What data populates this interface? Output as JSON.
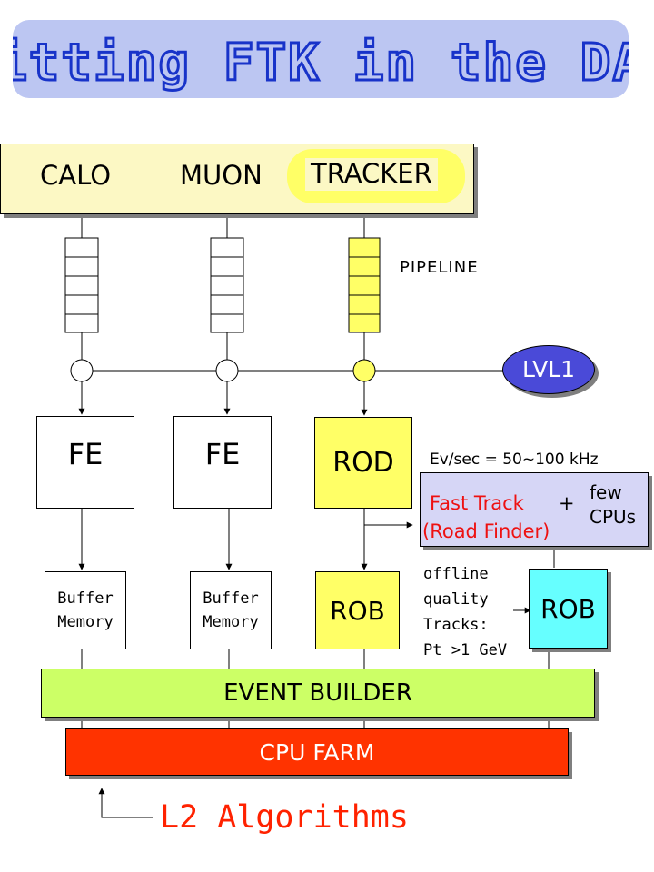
{
  "title": "Fitting FTK in the DAQ",
  "detector": {
    "calo": "CALO",
    "muon": "MUON",
    "tracker": "TRACKER"
  },
  "pipeline_label": "PIPELINE",
  "lvl1": "LVL1",
  "fe_left": "FE",
  "fe_middle": "FE",
  "rod": "ROD",
  "rate_label": "Ev/sec = 50~100 kHz",
  "fast_track": {
    "line1": "Fast Track",
    "plus": "+",
    "line2": "(Road Finder)",
    "cpu_line1": "few",
    "cpu_line2": "CPUs"
  },
  "buffer_left": {
    "line1": "Buffer",
    "line2": "Memory"
  },
  "buffer_middle": {
    "line1": "Buffer",
    "line2": "Memory"
  },
  "rob_yellow": "ROB",
  "rob_cyan": "ROB",
  "offline_note": {
    "line1": "offline",
    "line2": "quality",
    "line3": "Tracks:",
    "line4": "Pt >1 GeV"
  },
  "event_builder": "EVENT BUILDER",
  "cpu_farm": "CPU FARM",
  "l2_algorithms": "L2 Algorithms",
  "colors": {
    "title_bg": "#bcc6f2",
    "title_text": "#1833c9",
    "detector_bg": "#fcf8c4",
    "tracker_highlight": "#ffff66",
    "lvl1_fill": "#4a4ad8",
    "rod_fill": "#ffff66",
    "fast_track_bg": "#d6d6f6",
    "fast_track_text": "#ee1111",
    "rob_cyan": "#66ffff",
    "event_builder_fill": "#ccff66",
    "cpu_farm_fill": "#ff3300",
    "l2_text": "#ff2200"
  }
}
